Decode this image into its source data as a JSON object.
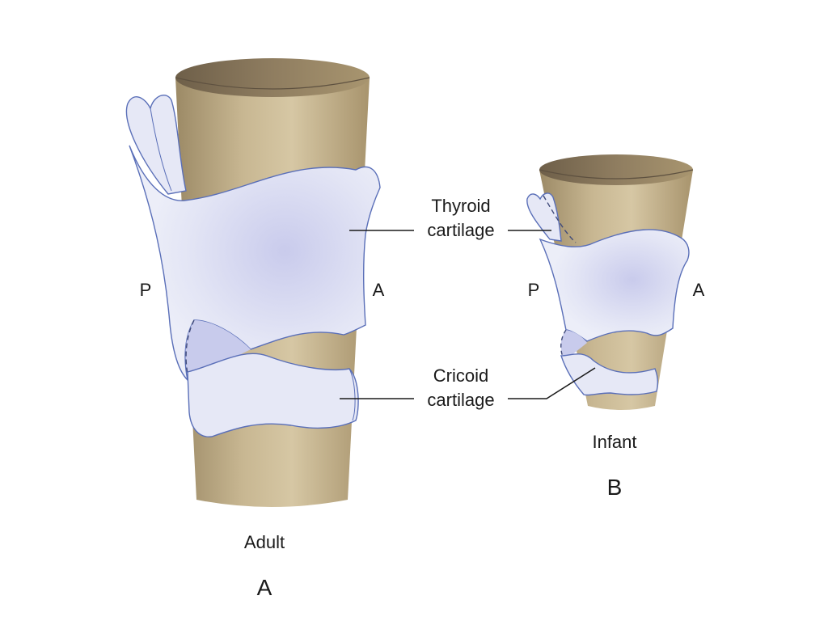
{
  "labels": {
    "thyroid_line1": "Thyroid",
    "thyroid_line2": "cartilage",
    "cricoid_line1": "Cricoid",
    "cricoid_line2": "cartilage",
    "posterior": "P",
    "anterior": "A"
  },
  "panels": [
    {
      "letter": "A",
      "caption": "Adult"
    },
    {
      "letter": "B",
      "caption": "Infant"
    }
  ],
  "colors": {
    "airway_tan": "#bba985",
    "airway_shadow": "#7a6a52",
    "cartilage_fill": "#e6e8f6",
    "cartilage_shade": "#c3c6ea",
    "cartilage_edge": "#5a6fb8",
    "line": "#1a1a1a"
  }
}
